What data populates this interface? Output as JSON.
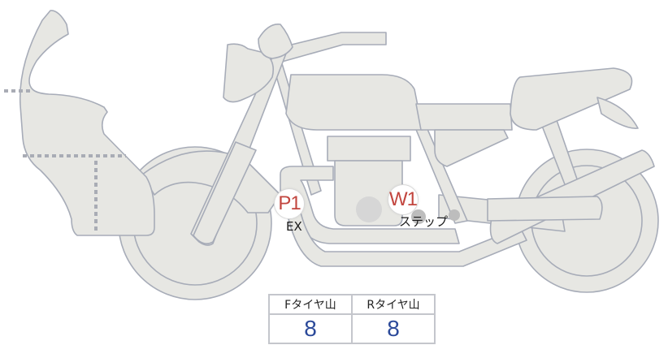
{
  "diagram": {
    "subject": "motorcycle",
    "colors": {
      "body_fill": "#e7e7e3",
      "outline": "#a7acb8",
      "marker_text": "#c2463f",
      "value_text": "#2c4a9a"
    }
  },
  "markers": [
    {
      "id": "P1",
      "label": "P1",
      "caption": "EX"
    },
    {
      "id": "W1",
      "label": "W1",
      "caption": "ステップ"
    }
  ],
  "tire_table": {
    "headers": [
      "Fタイヤ山",
      "Rタイヤ山"
    ],
    "values": [
      "8",
      "8"
    ]
  }
}
